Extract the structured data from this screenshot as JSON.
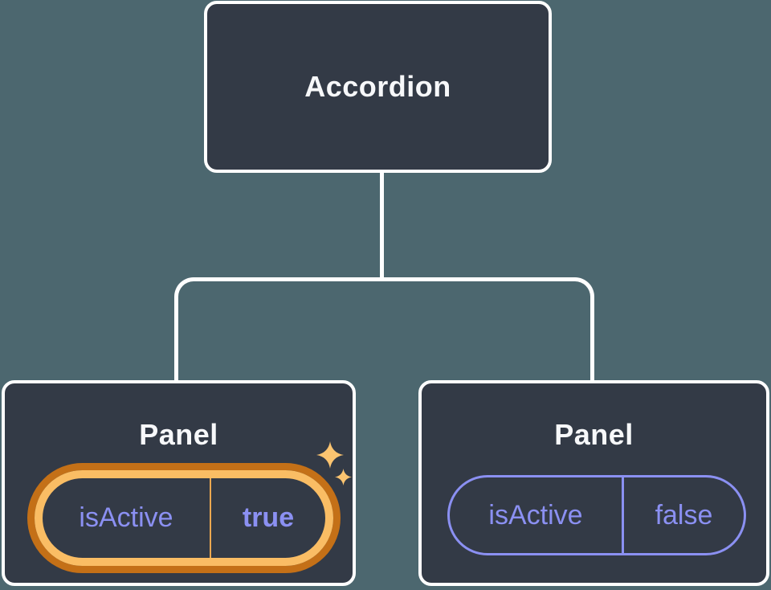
{
  "diagram": {
    "title_hint": "component tree",
    "root": {
      "label": "Accordion"
    },
    "children": [
      {
        "label": "Panel",
        "prop": {
          "name": "isActive",
          "value": "true"
        },
        "highlighted": true
      },
      {
        "label": "Panel",
        "prop": {
          "name": "isActive",
          "value": "false"
        },
        "highlighted": false
      }
    ]
  },
  "icons": {
    "sparkle_large": "sparkle-icon",
    "sparkle_small": "sparkle-icon"
  },
  "colors": {
    "background": "#4c676f",
    "node_fill": "#333a46",
    "node_border": "#ffffff",
    "connector": "#ffffff",
    "prop_purple": "#8b90f2",
    "highlight_ring_outer": "#c47017",
    "highlight_ring_inner": "#fabd64",
    "highlight_divider": "#eca850",
    "sparkle_gold": "#fbc470",
    "title_text": "#f7f8fa"
  }
}
